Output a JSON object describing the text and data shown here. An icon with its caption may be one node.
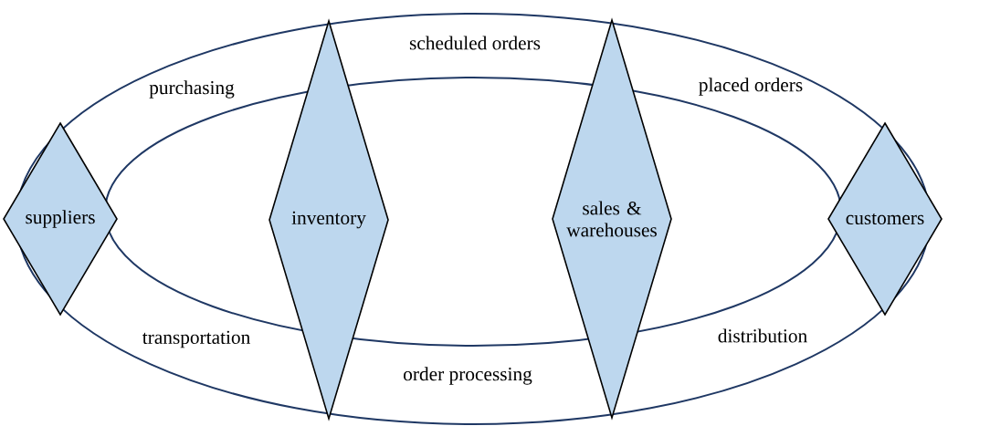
{
  "diagram": {
    "nodes": [
      {
        "text": [
          "suppliers"
        ]
      },
      {
        "text": [
          "inventory"
        ]
      },
      {
        "text": [
          "sales & warehouses"
        ]
      },
      {
        "text": [
          "customers"
        ]
      }
    ],
    "labels": [
      "scheduled orders",
      "purchasing",
      "placed orders",
      "transportation",
      "distribution",
      "order processing"
    ]
  }
}
